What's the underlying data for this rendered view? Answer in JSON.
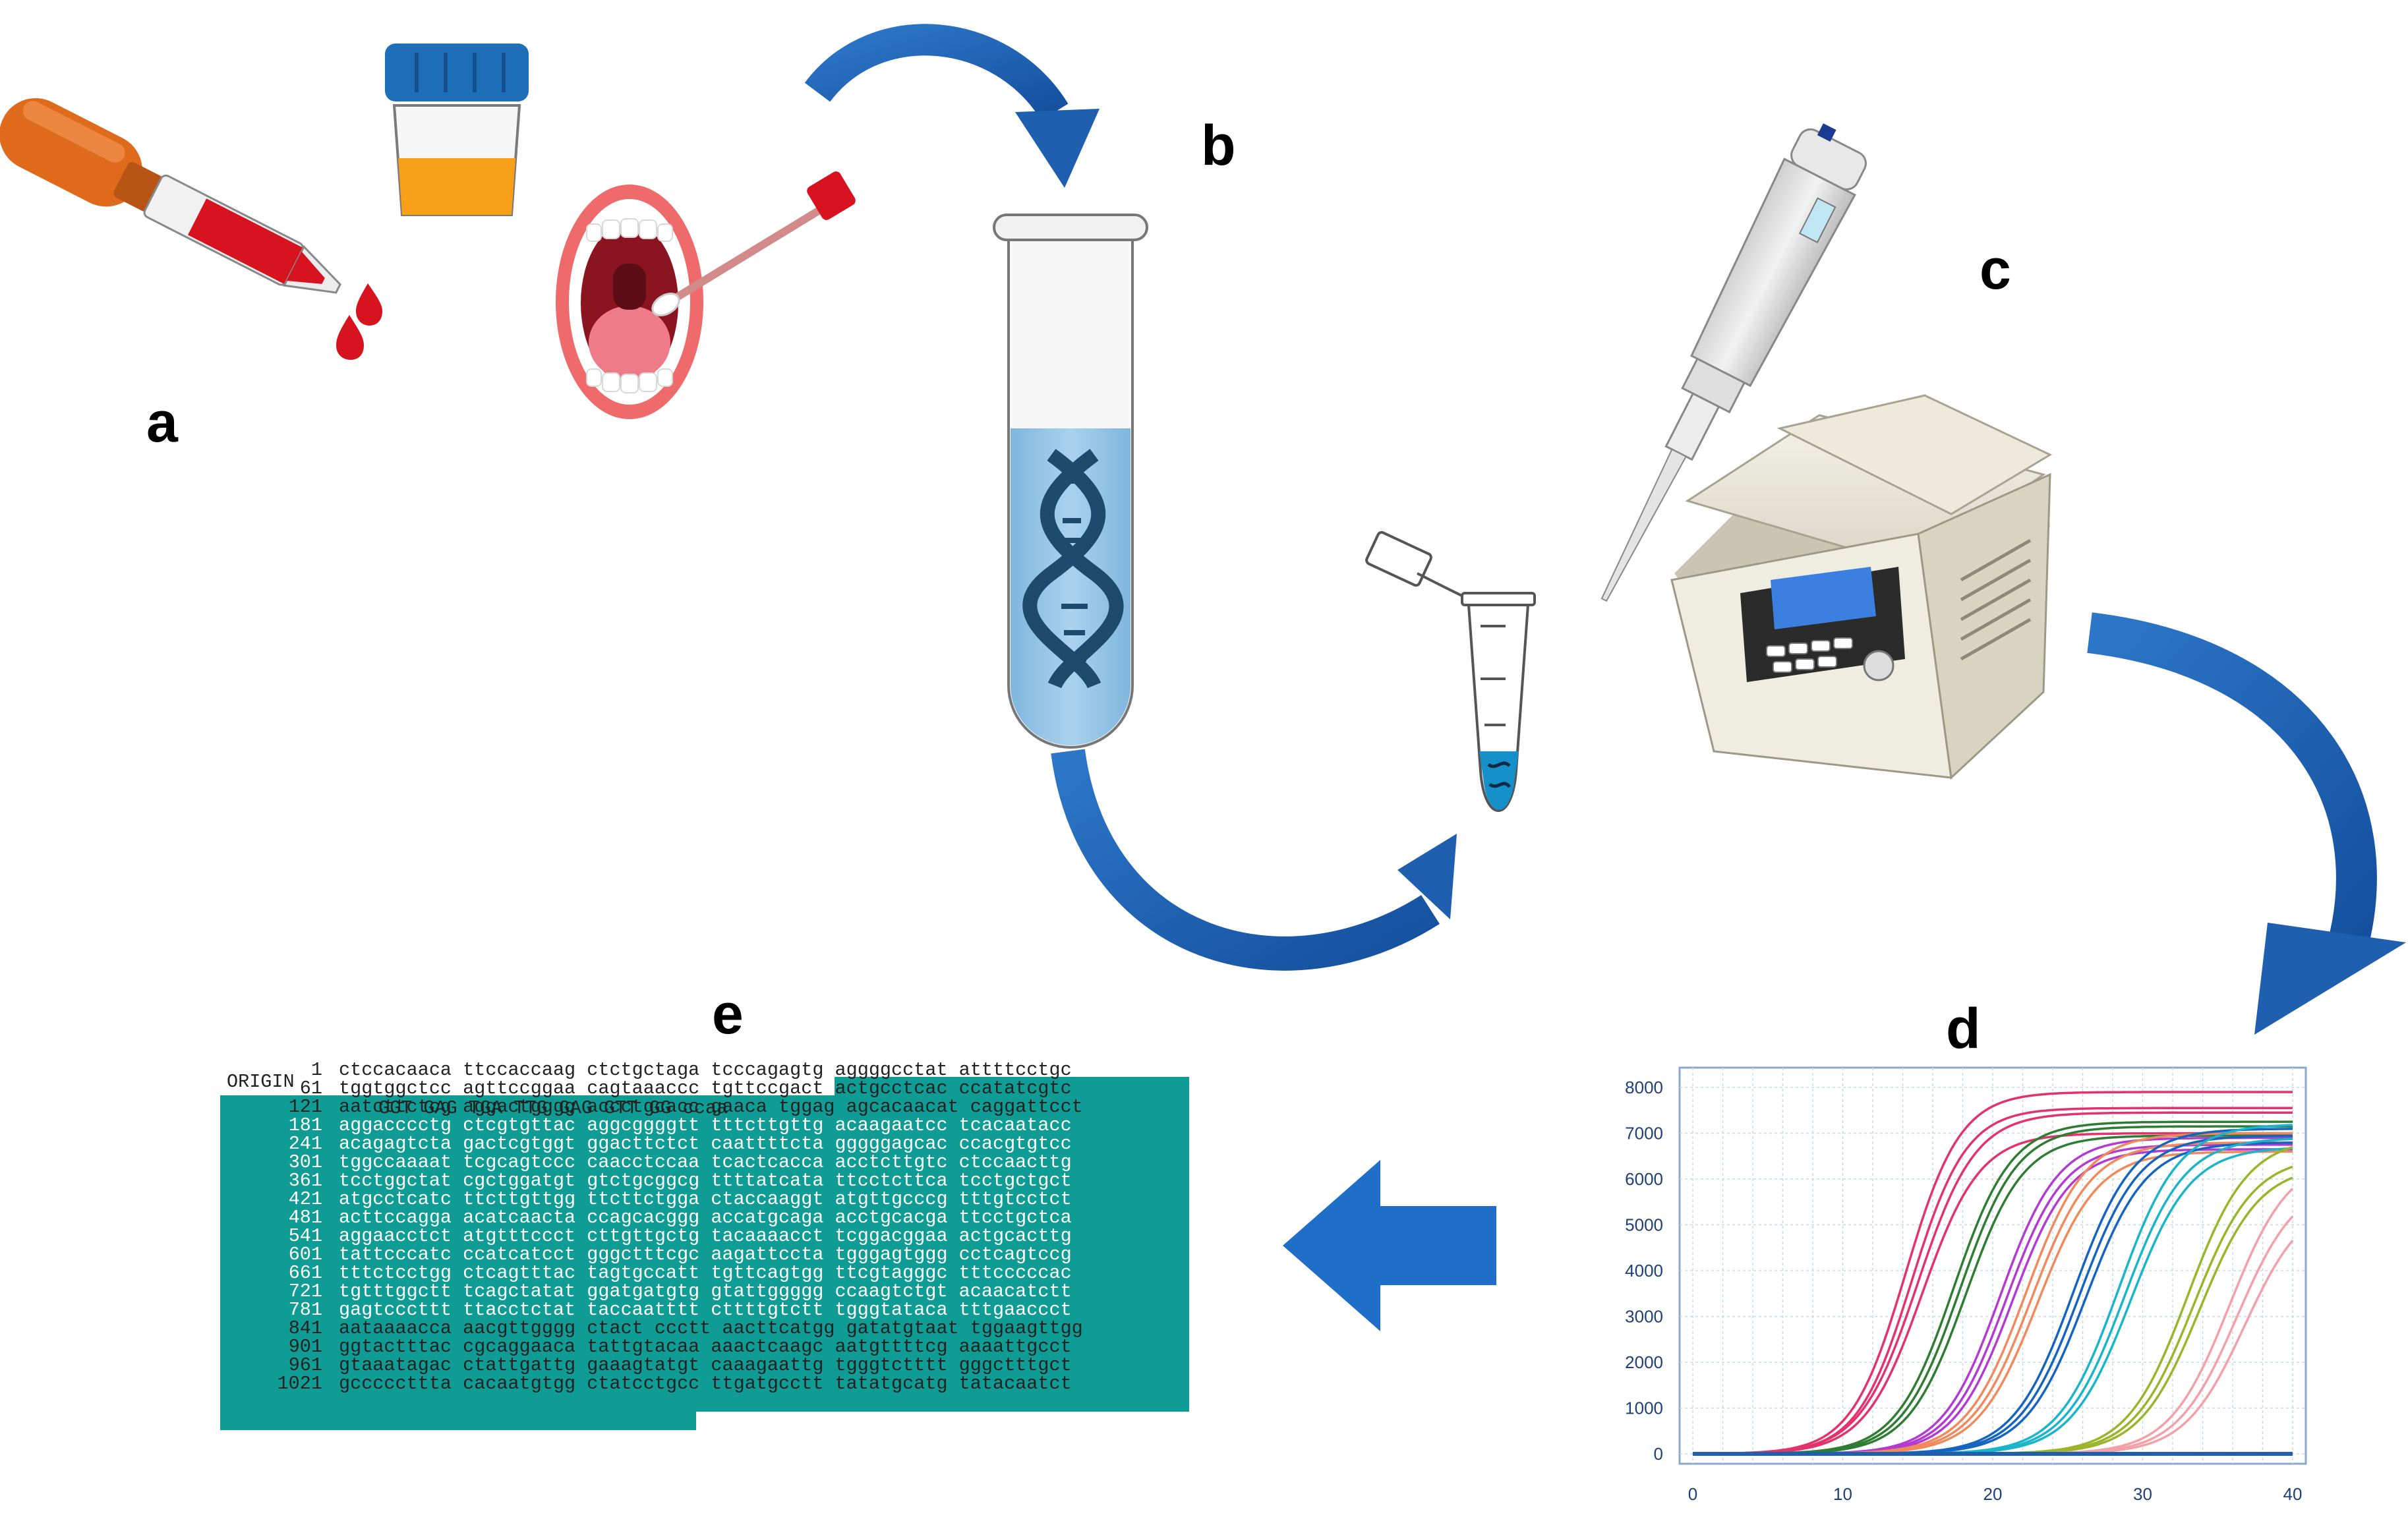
{
  "panels": {
    "a": "a",
    "b": "b",
    "c": "c",
    "d": "d",
    "e": "e"
  },
  "colors": {
    "arrow": "#1f5fb0",
    "highlight": "#0f9c94",
    "tube_liquid": "#93c4e6",
    "dna": "#1e4a6e",
    "blood": "#d7131f",
    "urine": "#f7a017",
    "lid_blue": "#1f6fb8",
    "dropper_orange": "#e06a1c"
  },
  "icons": {
    "a": [
      "dropper-icon",
      "blood-drop-icon",
      "urine-cup-icon",
      "mouth-icon",
      "swab-icon"
    ],
    "b": [
      "test-tube-icon",
      "dna-helix-icon"
    ],
    "c": [
      "pipette-icon",
      "microtube-icon",
      "thermocycler-icon"
    ],
    "e": [
      "arrow-left-icon"
    ]
  },
  "sequence": {
    "origin_label": "ORIGIN",
    "origin_text": "GGT GAG TGA TTG GAG GTT GG ccaa",
    "rows": [
      {
        "num": "1",
        "bases": "ctccacaaca ttccaccaag ctctgctaga tcccagagtg aggggcctat attttcctgc"
      },
      {
        "num": "61",
        "bases": "tggtggctcc agttccggaa cagtaaaccc tgttccgact actgcctcac ccatatcgtc"
      },
      {
        "num": "121",
        "bases": "aatcttctcg aggactgggg accctgcacc gaaca tggag agcacaacat caggattcct"
      },
      {
        "num": "181",
        "bases": "aggacccctg ctcgtgttac aggcggggtt tttcttgttg acaagaatcc tcacaatacc"
      },
      {
        "num": "241",
        "bases": "acagagtcta gactcgtggt ggacttctct caattttcta gggggagcac ccacgtgtcc"
      },
      {
        "num": "301",
        "bases": "tggccaaaat tcgcagtccc caacctccaa tcactcacca acctcttgtc ctccaacttg"
      },
      {
        "num": "361",
        "bases": "tcctggctat cgctggatgt gtctgcggcg ttttatcata ttcctcttca tcctgctgct"
      },
      {
        "num": "421",
        "bases": "atgcctcatc ttcttgttgg ttcttctgga ctaccaaggt atgttgcccg tttgtcctct"
      },
      {
        "num": "481",
        "bases": "acttccagga acatcaacta ccagcacggg accatgcaga acctgcacga ttcctgctca"
      },
      {
        "num": "541",
        "bases": "aggaacctct atgtttccct cttgttgctg tacaaaacct tcggacggaa actgcacttg"
      },
      {
        "num": "601",
        "bases": "tattcccatc ccatcatcct gggctttcgc aagattccta tgggagtggg cctcagtccg"
      },
      {
        "num": "661",
        "bases": "tttctcctgg ctcagtttac tagtgccatt tgttcagtgg ttcgtagggc tttcccccac"
      },
      {
        "num": "721",
        "bases": "tgtttggctt tcagctatat ggatgatgtg gtattggggg ccaagtctgt acaacatctt"
      },
      {
        "num": "781",
        "bases": "gagtcccttt ttacctctat taccaatttt cttttgtctt tgggtataca tttgaaccct"
      },
      {
        "num": "841",
        "bases": "aataaaacca aacgttgggg ctact ccctt aacttcatgg gatatgtaat tggaagttgg"
      },
      {
        "num": "901",
        "bases": "ggtactttac cgcaggaaca tattgtacaa aaactcaagc aatgttttcg aaaattgcct"
      },
      {
        "num": "961",
        "bases": "gtaaatagac ctattgattg gaaagtatgt caaagaattg tgggtctttt gggctttgct"
      },
      {
        "num": "1021",
        "bases": "gcccccttta cacaatgtgg ctatcctgcc ttgatgcctt tatatgcatg tatacaatct"
      }
    ]
  },
  "chart_data": {
    "type": "line",
    "title": "",
    "xlabel": "",
    "ylabel": "",
    "xlim": [
      0,
      40
    ],
    "ylim": [
      0,
      8000
    ],
    "x_ticks": [
      0,
      10,
      20,
      30,
      40
    ],
    "y_ticks": [
      0,
      1000,
      2000,
      3000,
      4000,
      5000,
      6000,
      7000,
      8000
    ],
    "grid": true,
    "legend": "none",
    "series": [
      {
        "color": "#e2336d",
        "ct": 14.2,
        "plateau": 7900,
        "slope": 0.55
      },
      {
        "color": "#e2336d",
        "ct": 14.6,
        "plateau": 7550,
        "slope": 0.55
      },
      {
        "color": "#e2336d",
        "ct": 15.0,
        "plateau": 7450,
        "slope": 0.52
      },
      {
        "color": "#e2336d",
        "ct": 15.3,
        "plateau": 7000,
        "slope": 0.52
      },
      {
        "color": "#2e7d32",
        "ct": 17.4,
        "plateau": 7250,
        "slope": 0.52
      },
      {
        "color": "#2e7d32",
        "ct": 17.8,
        "plateau": 7150,
        "slope": 0.52
      },
      {
        "color": "#2e7d32",
        "ct": 18.2,
        "plateau": 6950,
        "slope": 0.52
      },
      {
        "color": "#b23bd1",
        "ct": 20.5,
        "plateau": 6900,
        "slope": 0.52
      },
      {
        "color": "#b23bd1",
        "ct": 20.9,
        "plateau": 6750,
        "slope": 0.52
      },
      {
        "color": "#b23bd1",
        "ct": 21.3,
        "plateau": 6650,
        "slope": 0.52
      },
      {
        "color": "#f08a5d",
        "ct": 22.2,
        "plateau": 7000,
        "slope": 0.5
      },
      {
        "color": "#f08a5d",
        "ct": 22.6,
        "plateau": 6800,
        "slope": 0.5
      },
      {
        "color": "#f08a5d",
        "ct": 23.0,
        "plateau": 6600,
        "slope": 0.5
      },
      {
        "color": "#1565c0",
        "ct": 25.4,
        "plateau": 7100,
        "slope": 0.5
      },
      {
        "color": "#1565c0",
        "ct": 25.8,
        "plateau": 6950,
        "slope": 0.5
      },
      {
        "color": "#1565c0",
        "ct": 26.2,
        "plateau": 6800,
        "slope": 0.5
      },
      {
        "color": "#1ab5c9",
        "ct": 28.4,
        "plateau": 7200,
        "slope": 0.5
      },
      {
        "color": "#1ab5c9",
        "ct": 28.8,
        "plateau": 6900,
        "slope": 0.5
      },
      {
        "color": "#1ab5c9",
        "ct": 29.2,
        "plateau": 6700,
        "slope": 0.5
      },
      {
        "color": "#9bb52a",
        "ct": 33.0,
        "plateau": 6900,
        "slope": 0.5
      },
      {
        "color": "#9bb52a",
        "ct": 33.4,
        "plateau": 6500,
        "slope": 0.5
      },
      {
        "color": "#9bb52a",
        "ct": 33.8,
        "plateau": 6300,
        "slope": 0.5
      },
      {
        "color": "#f4a0a8",
        "ct": 35.8,
        "plateau": 6500,
        "slope": 0.5
      },
      {
        "color": "#f4a0a8",
        "ct": 36.3,
        "plateau": 6000,
        "slope": 0.5
      },
      {
        "color": "#f4a0a8",
        "ct": 36.8,
        "plateau": 5600,
        "slope": 0.5
      },
      {
        "color": "#1f5fb0",
        "ct": 99,
        "plateau": 0,
        "slope": 0.5
      }
    ]
  }
}
